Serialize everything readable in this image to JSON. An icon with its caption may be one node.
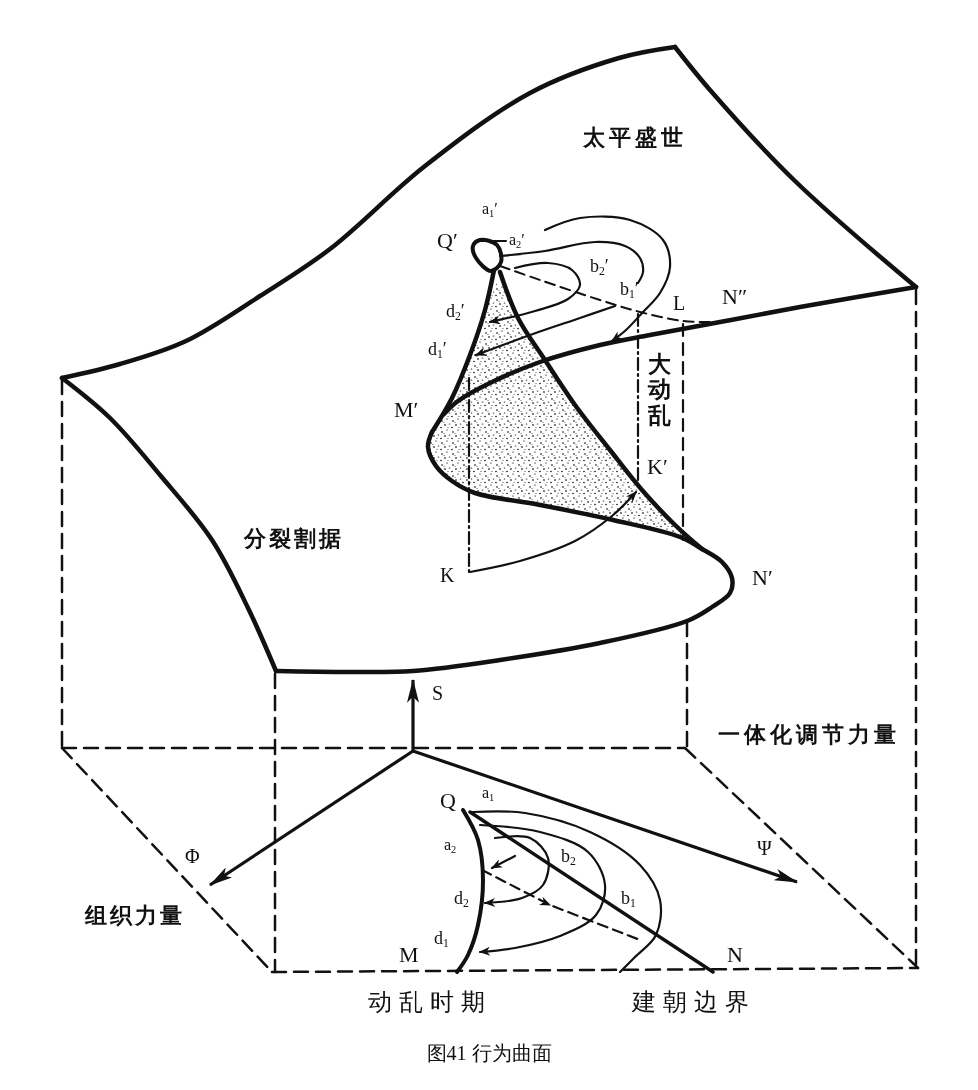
{
  "diagram": {
    "caption": "图41 行为曲面",
    "labels": [
      "太平盛世",
      "a$_{1}$′",
      "Q′",
      "a$_{2}$′",
      "b$_{2}$′",
      "b$_{1}$′",
      "N″",
      "L",
      "d$_{2}$′",
      "d$_{1}$′",
      "大动乱",
      "M′",
      "K′",
      "分裂割据",
      "K",
      "N′",
      "S",
      "一体化调节力量",
      "a$_{1}$",
      "Q",
      "a$_{2}$",
      "Φ",
      "Ψ",
      "b$_{2}$",
      "d$_{2}$",
      "b$_{1}$",
      "组织力量",
      "d$_{1}$",
      "M",
      "N",
      "动乱时期",
      "建朝边界"
    ]
  }
}
